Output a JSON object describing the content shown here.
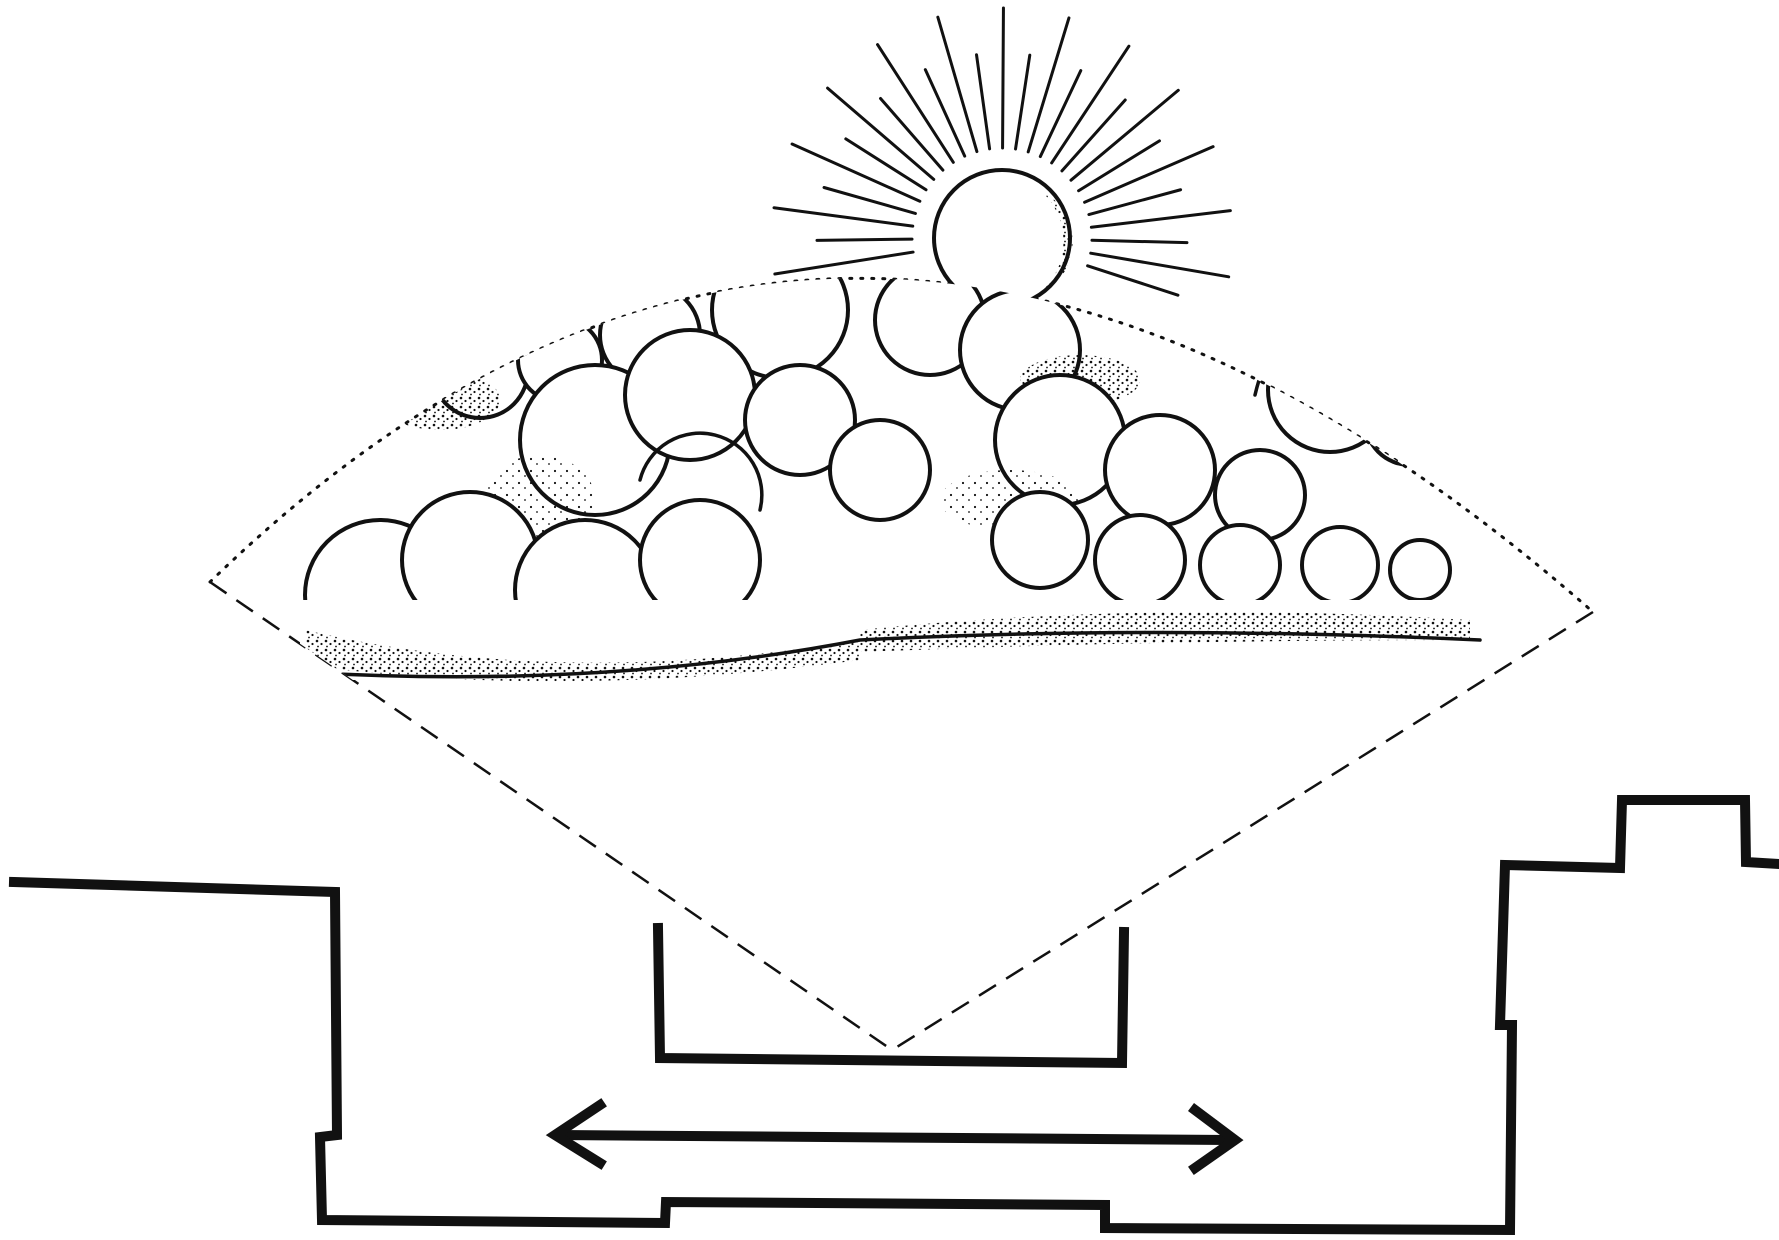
{
  "diagram": {
    "elements": [
      "sun",
      "clouds",
      "sky-view-cone",
      "building-section",
      "courtyard-opening",
      "double-headed-arrow"
    ],
    "colors": {
      "ink": "#111111",
      "paper": "#ffffff"
    }
  }
}
